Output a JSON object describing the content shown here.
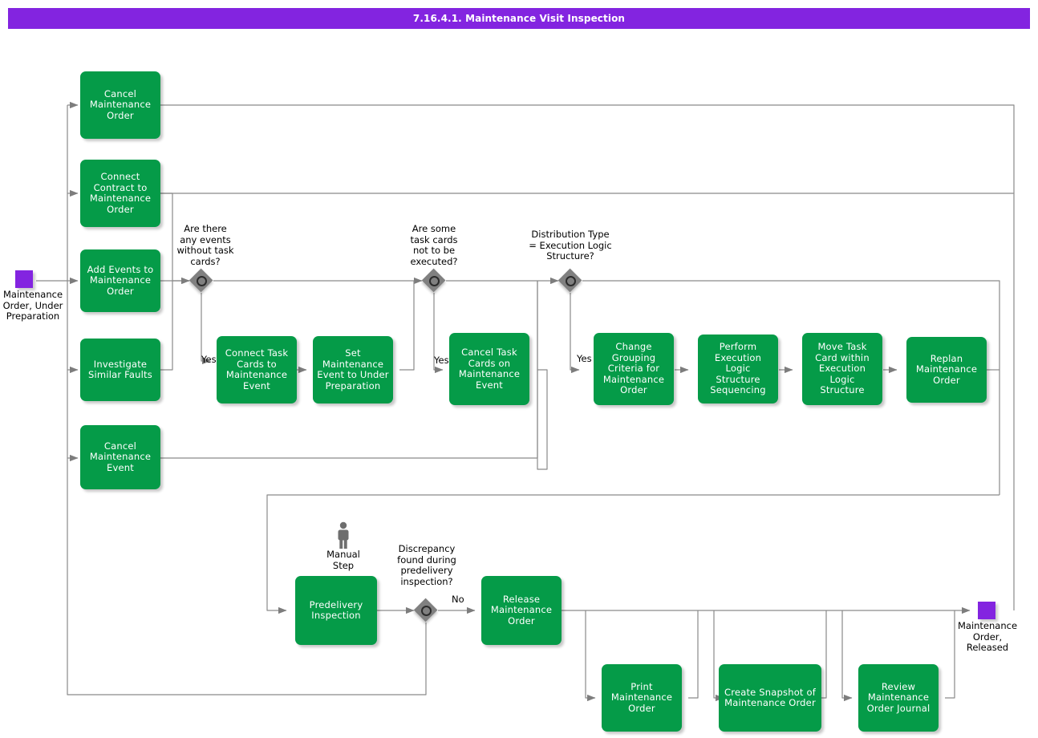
{
  "header": {
    "title": "7.16.4.1. Maintenance Visit Inspection",
    "bar_color": "#8324e0",
    "text_color": "#ffffff"
  },
  "theme": {
    "task_fill": "#059b48",
    "task_text": "#ffffff",
    "event_fill": "#8324e0",
    "gateway_fill": "#808080",
    "gateway_ring": "#2b2b2b",
    "connector": "#808080",
    "background": "#ffffff"
  },
  "events": [
    {
      "id": "start",
      "label": "Maintenance\nOrder, Under\nPreparation",
      "type": "start-event"
    },
    {
      "id": "end",
      "label": "Maintenance\nOrder,\nReleased",
      "type": "end-event"
    }
  ],
  "tasks": [
    {
      "id": "cancel-maintenance-order",
      "label": "Cancel\nMaintenance\nOrder"
    },
    {
      "id": "connect-contract",
      "label": "Connect\nContract to\nMaintenance\nOrder"
    },
    {
      "id": "add-events",
      "label": "Add Events to\nMaintenance\nOrder"
    },
    {
      "id": "investigate-similar-faults",
      "label": "Investigate\nSimilar Faults"
    },
    {
      "id": "cancel-maintenance-event",
      "label": "Cancel\nMaintenance\nEvent"
    },
    {
      "id": "connect-task-cards",
      "label": "Connect Task\nCards to\nMaintenance\nEvent"
    },
    {
      "id": "set-maintenance-event",
      "label": "Set\nMaintenance\nEvent to Under\nPreparation"
    },
    {
      "id": "cancel-task-cards",
      "label": "Cancel\nTask\nCards on\nMaintenance\nEvent"
    },
    {
      "id": "change-grouping-criteria",
      "label": "Change\nGrouping\nCriteria for\nMaintenance\nOrder"
    },
    {
      "id": "perform-execution-logic",
      "label": "Perform\nExecution Logic\nStructure\nSequencing"
    },
    {
      "id": "move-task-card",
      "label": "Move Task\nCard within\nExecution\nLogic\nStructure"
    },
    {
      "id": "replan-maintenance-order",
      "label": "Replan\nMaintenance\nOrder"
    },
    {
      "id": "predelivery-inspection",
      "label": "Predelivery\nInspection"
    },
    {
      "id": "release-maintenance-order",
      "label": "Release\nMaintenance\nOrder"
    },
    {
      "id": "print-maintenance-order",
      "label": "Print\nMaintenance\nOrder"
    },
    {
      "id": "create-snapshot",
      "label": "Create Snapshot\nof Maintenance\nOrder"
    },
    {
      "id": "review-journal",
      "label": "Review\nMaintenance\nOrder Journal"
    }
  ],
  "gateways": [
    {
      "id": "gw-events-without-task-cards",
      "label": "Are there\nany events\nwithout task\ncards?"
    },
    {
      "id": "gw-task-cards-not-executed",
      "label": "Are some\ntask cards\nnot to be\nexecuted?"
    },
    {
      "id": "gw-distribution-type",
      "label": "Distribution Type\n= Execution Logic\nStructure?"
    },
    {
      "id": "gw-discrepancy",
      "label": "Discrepancy\nfound during\npredelivery\ninspection?"
    }
  ],
  "flow_labels": [
    {
      "id": "yes-1",
      "text": "Yes"
    },
    {
      "id": "yes-2",
      "text": "Yes"
    },
    {
      "id": "yes-3",
      "text": "Yes"
    },
    {
      "id": "no-1",
      "text": "No"
    }
  ],
  "annotations": [
    {
      "id": "manual-step",
      "label": "Manual\nStep",
      "icon": "person-icon"
    }
  ]
}
